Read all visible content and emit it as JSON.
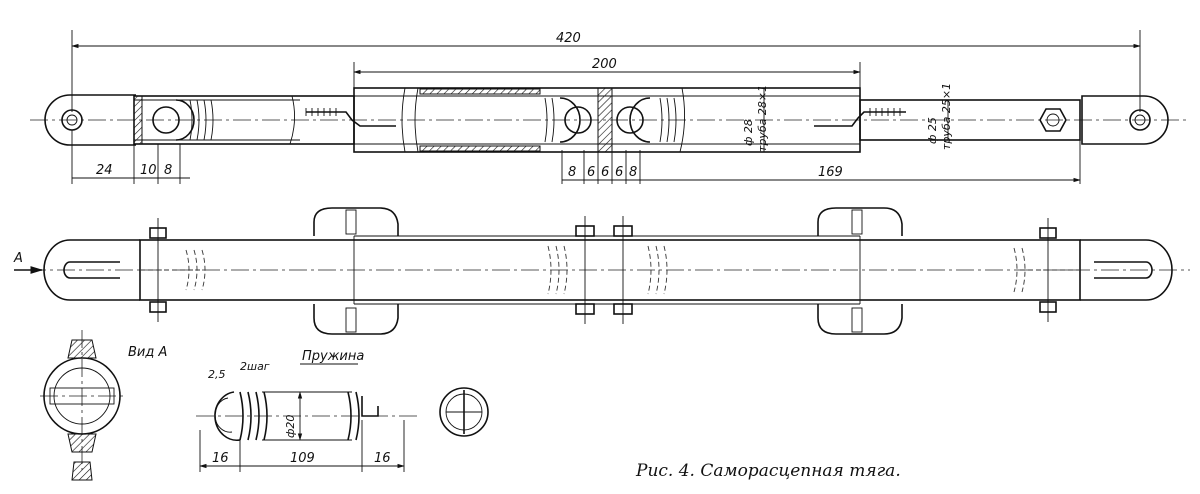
{
  "dimensions": {
    "overall_length": "420",
    "pipe_length": "200",
    "eye_offset": "24",
    "d10": "10",
    "d8a": "8",
    "d8b": "8",
    "d6a": "6",
    "d6b": "6",
    "d6c": "6",
    "d8c": "8",
    "tail_length": "169",
    "pipe_dia": "ф 28",
    "pipe_spec": "труба 28×1",
    "tube_dia": "ф 25",
    "tube_spec": "труба 25×1",
    "spring_pitch": "2шаг",
    "spring_dia": "ф20",
    "spring_end_a": "16",
    "spring_len": "109",
    "spring_end_b": "16",
    "spring_small": "2,5"
  },
  "labels": {
    "view_arrow": "А",
    "view_a": "Вид А",
    "spring_title": "Пружина",
    "caption": "Рис. 4. Саморасцепная тяга."
  }
}
